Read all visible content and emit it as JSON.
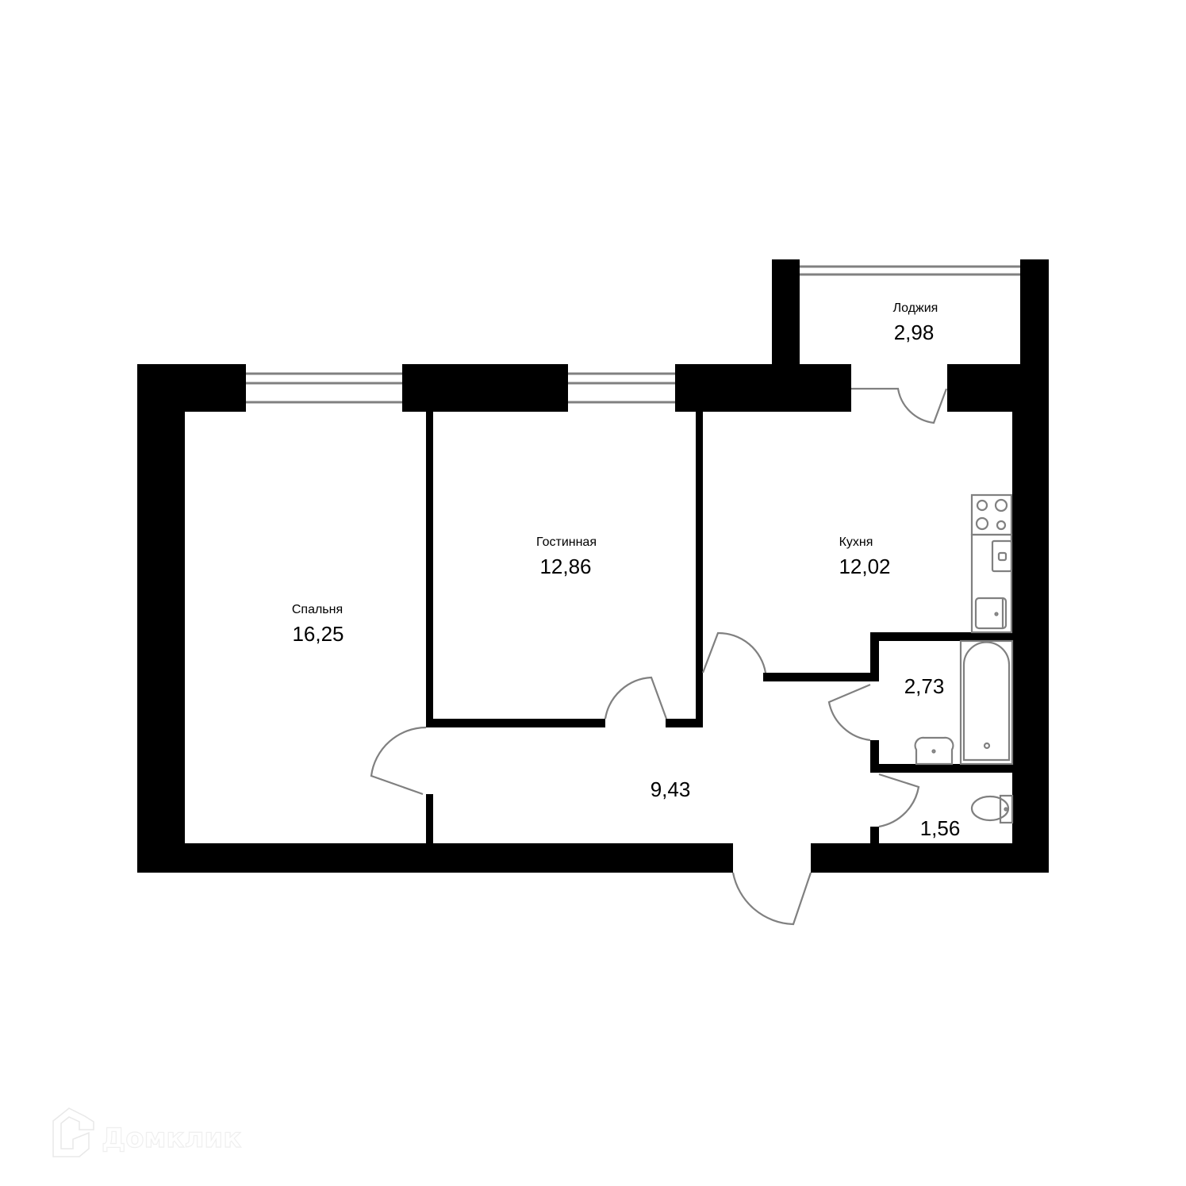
{
  "plan": {
    "rooms": {
      "bedroom": {
        "name": "Спальня",
        "area": "16,25"
      },
      "living": {
        "name": "Гостинная",
        "area": "12,86"
      },
      "kitchen": {
        "name": "Кухня",
        "area": "12,02"
      },
      "loggia": {
        "name": "Лоджия",
        "area": "2,98"
      },
      "hallway": {
        "name": "",
        "area": "9,43"
      },
      "bathroom": {
        "name": "",
        "area": "2,73"
      },
      "toilet": {
        "name": "",
        "area": "1,56"
      }
    },
    "colors": {
      "wall": "#000000",
      "fixture": "#808080",
      "background": "#ffffff"
    }
  },
  "watermark": {
    "text": "Домклик",
    "icon": "house-logo-icon"
  }
}
